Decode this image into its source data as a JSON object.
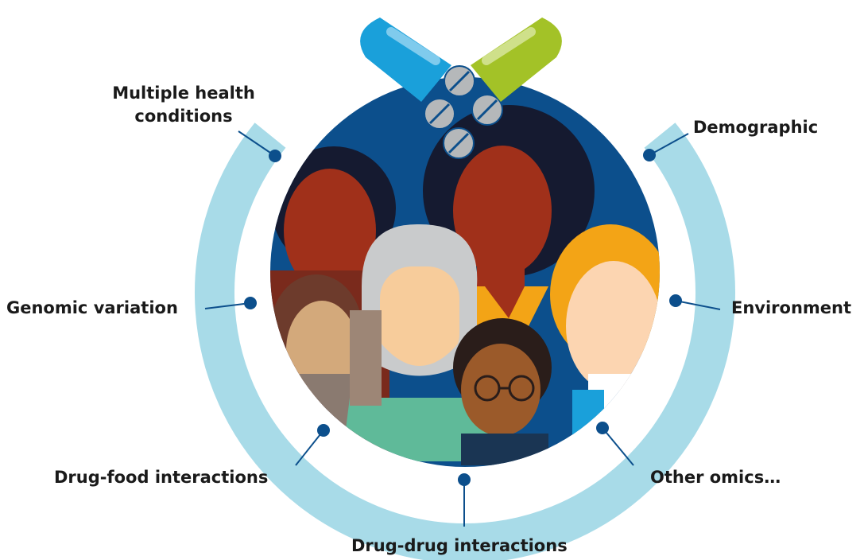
{
  "factors": {
    "multiple_health_line1": "Multiple health",
    "multiple_health_line2": "conditions",
    "demographic": "Demographic",
    "genomic_variation": "Genomic variation",
    "environment": "Environment",
    "drug_food": "Drug-food interactions",
    "other_omics": "Other omics…",
    "drug_drug": "Drug-drug interactions"
  },
  "colors": {
    "ring": "#a8dbe8",
    "circle_bg": "#0c4f8c",
    "connector": "#0c4f8c",
    "capsule_blue": "#1aa0da",
    "capsule_green": "#a3c227",
    "pill_grey": "#b5b8ba"
  },
  "icons": {
    "capsule": "capsule-icon",
    "tablets": "tablet-icon",
    "people": "people-illustration"
  }
}
